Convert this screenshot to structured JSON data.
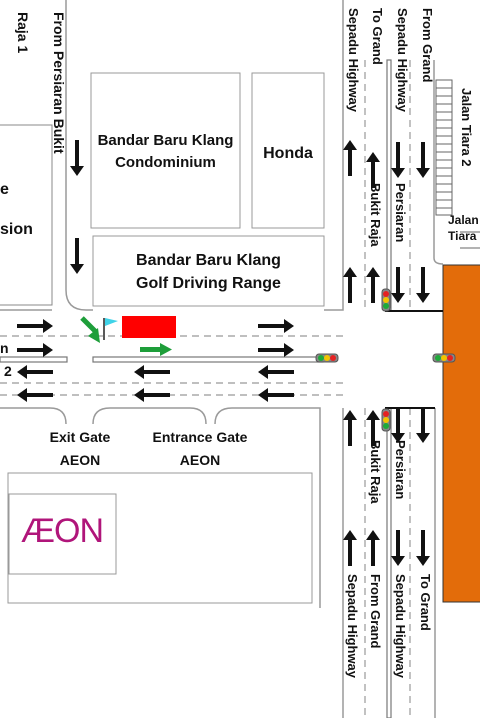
{
  "map": {
    "buildings": {
      "condo_line1": "Bandar Baru Klang",
      "condo_line2": "Condominium",
      "honda": "Honda",
      "range_line1": "Bandar Baru Klang",
      "range_line2": "Golf Driving Range",
      "left_block_line1": "e",
      "left_block_line2": "sion",
      "aeon_logo": "ÆON"
    },
    "gates": {
      "exit_line1": "Exit Gate",
      "exit_line2": "AEON",
      "entrance_line1": "Entrance Gate",
      "entrance_line2": "AEON"
    },
    "roads": {
      "from_persiaran_bukit_raja_1": "From Persiaran Bukit Raja 1",
      "left_road_fragment_1": "n",
      "left_road_fragment_2": "2",
      "top_sepadu_highway": "Sepadu Highway",
      "top_to_grand": "To Grand",
      "top_to_grand_sepadu_highway": "Sepadu Highway",
      "top_from_grand": "From Grand",
      "jalan_tiara_2": "Jalan Tiara 2",
      "jalan_tiara_line1": "Jalan",
      "jalan_tiara_line2": "Tiara",
      "upper_bukit_raja": "Bukit Raja",
      "upper_persiaran": "Persiaran",
      "lower_bukit_raja": "Bukit Raja",
      "lower_persiaran": "Persiaran",
      "bottom_sepadu_highway": "Sepadu Highway",
      "bottom_from_grand": "From Grand",
      "bottom_sepadu_highway_2": "Sepadu Highway",
      "bottom_to_grand": "To Grand"
    },
    "colors": {
      "building_orange": "#e36c0a",
      "red_marker": "#ff0000",
      "green_arrow": "#1e9e3a",
      "flag_cyan": "#3fd3e8",
      "aeon_magenta": "#b0157a"
    },
    "icons": [
      "black-direction-arrow",
      "green-turn-arrow",
      "traffic-light-icon",
      "flag-icon"
    ]
  }
}
